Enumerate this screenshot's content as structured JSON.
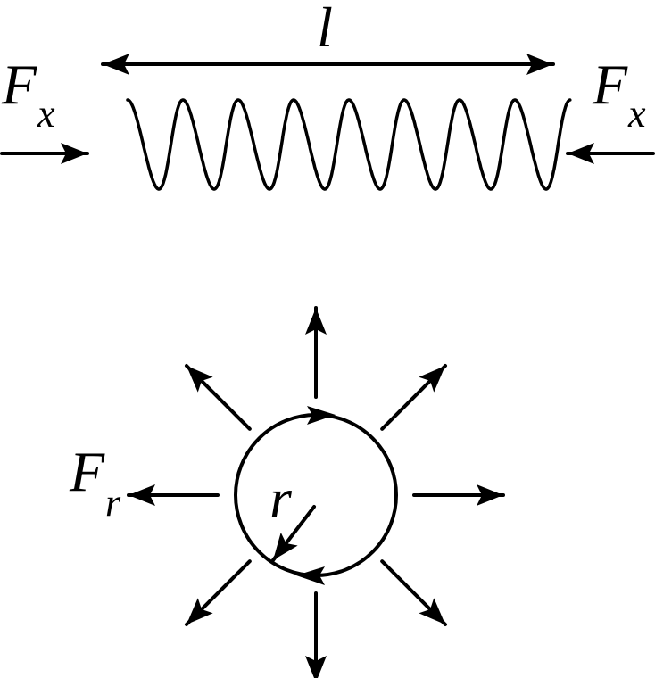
{
  "spring": {
    "length_label": "l",
    "left_force": {
      "main": "F",
      "sub": "x"
    },
    "right_force": {
      "main": "F",
      "sub": "x"
    },
    "turns": 8
  },
  "loop": {
    "radial_force": {
      "main": "F",
      "sub": "r"
    },
    "radius_label": "r",
    "radial_arrow_count": 8
  }
}
